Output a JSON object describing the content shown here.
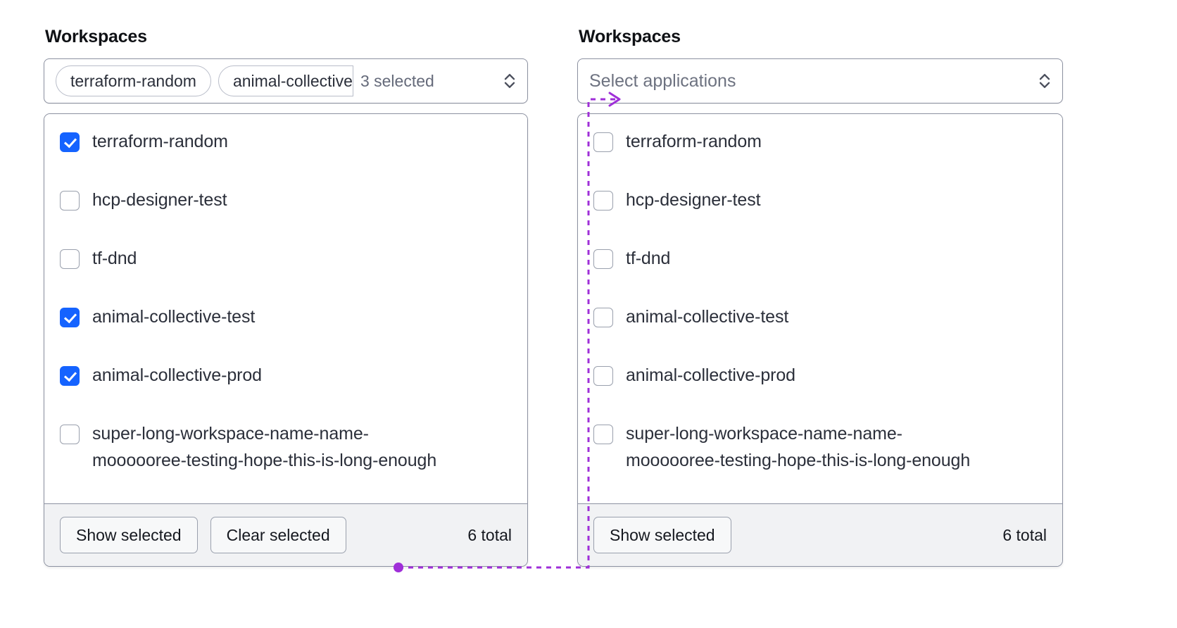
{
  "accent": {
    "checkbox_blue": "#1563ff",
    "annotation_purple": "#9f2fd8",
    "border_gray": "#8c91a1",
    "footer_bg": "#f1f2f4"
  },
  "left_panel": {
    "title": "Workspaces",
    "combobox": {
      "pills": [
        "terraform-random",
        "animal-collective"
      ],
      "count_label": "3 selected",
      "chevron_icon": "chevron-up-down-icon"
    },
    "options": [
      {
        "label": "terraform-random",
        "checked": true
      },
      {
        "label": "hcp-designer-test",
        "checked": false
      },
      {
        "label": "tf-dnd",
        "checked": false
      },
      {
        "label": "animal-collective-test",
        "checked": true
      },
      {
        "label": "animal-collective-prod",
        "checked": true
      },
      {
        "label": "super-long-workspace-name-name-\nmoooooree-testing-hope-this-is-long-enough",
        "checked": false
      }
    ],
    "footer": {
      "show_selected_label": "Show selected",
      "clear_selected_label": "Clear selected",
      "total_label": "6 total"
    }
  },
  "right_panel": {
    "title": "Workspaces",
    "combobox": {
      "placeholder": "Select applications",
      "chevron_icon": "chevron-up-down-icon"
    },
    "options": [
      {
        "label": "terraform-random",
        "checked": false
      },
      {
        "label": "hcp-designer-test",
        "checked": false
      },
      {
        "label": "tf-dnd",
        "checked": false
      },
      {
        "label": "animal-collective-test",
        "checked": false
      },
      {
        "label": "animal-collective-prod",
        "checked": false
      },
      {
        "label": "super-long-workspace-name-name-\nmoooooree-testing-hope-this-is-long-enough",
        "checked": false
      }
    ],
    "footer": {
      "show_selected_label": "Show selected",
      "total_label": "6 total"
    }
  }
}
